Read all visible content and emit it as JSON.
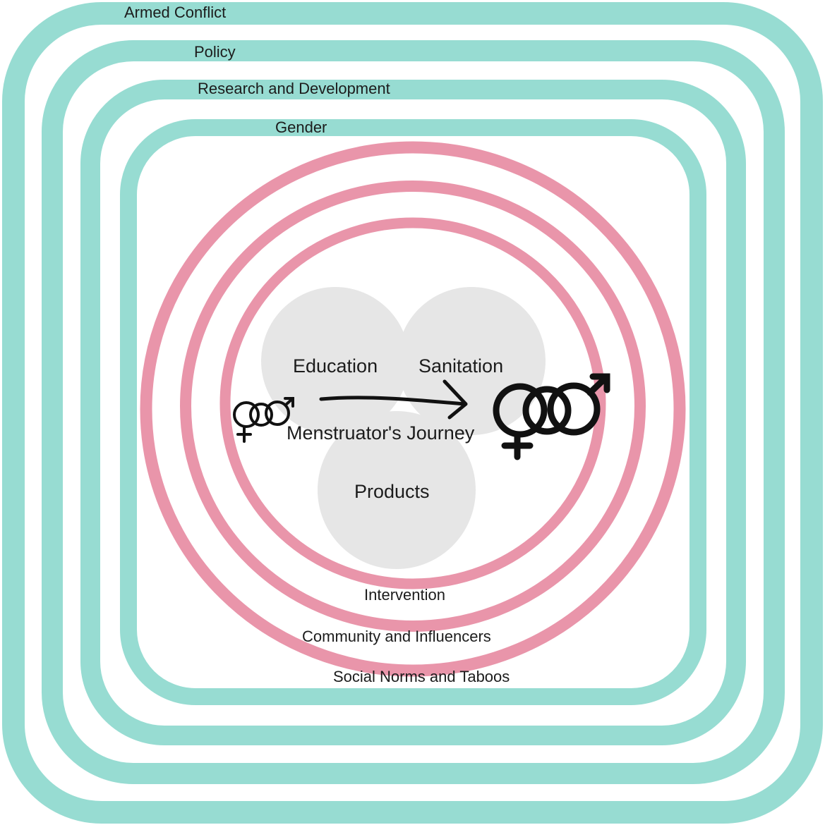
{
  "diagram": {
    "outer_layers": [
      {
        "label": "Armed Conflict"
      },
      {
        "label": "Policy"
      },
      {
        "label": "Research and Development"
      },
      {
        "label": "Gender"
      }
    ],
    "inner_rings": [
      {
        "label": "Social Norms and Taboos"
      },
      {
        "label": "Community and Influencers"
      },
      {
        "label": "Intervention"
      }
    ],
    "core": {
      "lobes": [
        {
          "label": "Education"
        },
        {
          "label": "Sanitation"
        },
        {
          "label": "Products"
        }
      ],
      "journey_label": "Menstruator's Journey"
    },
    "icons": {
      "start": "gender-symbols-icon",
      "end": "gender-symbols-icon",
      "arrow": "arrow-right-icon"
    },
    "colors": {
      "square_stroke": "#97dcd2",
      "ring_stroke": "#e995aa",
      "lobe_fill": "#e6e6e6",
      "text": "#1c1c1c",
      "icon": "#111111"
    }
  }
}
